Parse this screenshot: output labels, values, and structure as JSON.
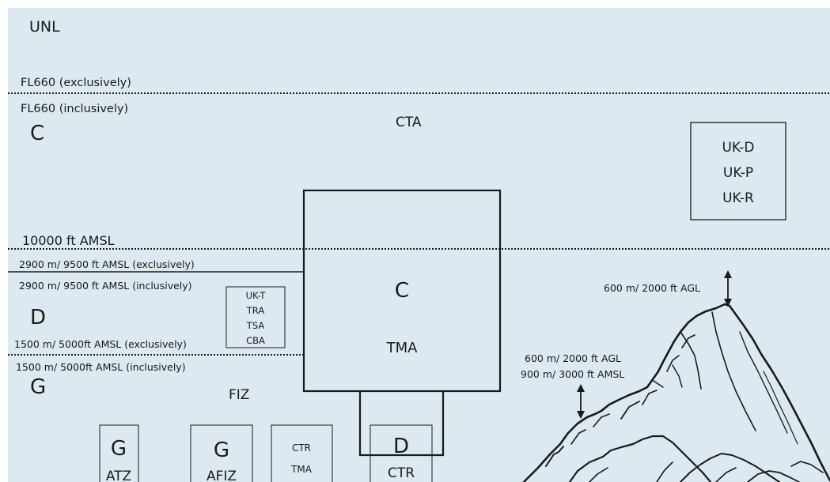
{
  "colors": {
    "background": "#dce9f0",
    "ink": "#1a1a1a",
    "box_fill": "#dce9f0"
  },
  "top": {
    "unl": "UNL"
  },
  "levels": {
    "fl660_excl": "FL660 (exclusively)",
    "fl660_incl": "FL660 (inclusively)",
    "ft10000": "10000 ft AMSL",
    "m2900_excl": "2900 m/ 9500 ft AMSL (exclusively)",
    "m2900_incl": "2900 m/ 9500 ft AMSL (inclusively)",
    "m1500_excl": "1500 m/ 5000ft AMSL (exclusively)",
    "m1500_incl": "1500 m/ 5000ft AMSL (inclusively)"
  },
  "classes": {
    "c_upper": "C",
    "d_mid": "D",
    "g_low": "G"
  },
  "zones": {
    "cta": "CTA",
    "fiz": "FIZ"
  },
  "uk_box": {
    "lines": [
      "UK-D",
      "UK-P",
      "UK-R"
    ]
  },
  "ukt_box": {
    "lines": [
      "UK-T",
      "TRA",
      "TSA",
      "CBA"
    ]
  },
  "tma_box": {
    "class": "C",
    "name": "TMA"
  },
  "bottom_boxes": {
    "atz": {
      "class": "G",
      "name": "ATZ"
    },
    "afiz": {
      "class": "G",
      "name": "AFIZ"
    },
    "ctr_tma": {
      "line1": "CTR",
      "line2": "TMA"
    },
    "ctr_d": {
      "class": "D",
      "name": "CTR"
    }
  },
  "mountain": {
    "top_agl": "600 m/ 2000 ft AGL",
    "side_agl": "600 m/ 2000 ft AGL",
    "side_amsl": "900 m/ 3000 ft AMSL"
  }
}
